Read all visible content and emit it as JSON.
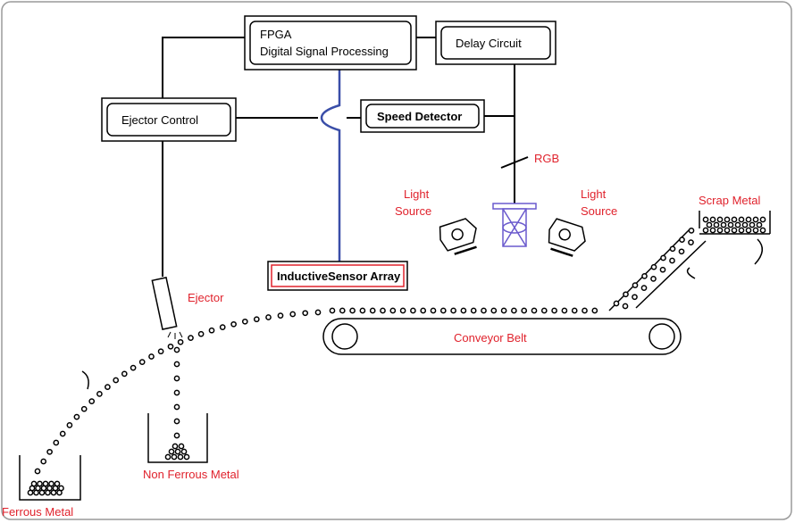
{
  "colors": {
    "label_red": "#e0222c",
    "sensor_wire_blue": "#3a4ea8",
    "camera_purple": "#6a5acd",
    "line_black": "#000000",
    "frame_gray": "#9a9a9a"
  },
  "blocks": {
    "fpga_line1": "FPGA",
    "fpga_line2": "Digital Signal Processing",
    "delay_circuit": "Delay Circuit",
    "ejector_control": "Ejector Control",
    "speed_detector": "Speed Detector",
    "inductive_sensor_array": "InductiveSensor Array"
  },
  "labels": {
    "rgb": "RGB",
    "light_source_left_line1": "Light",
    "light_source_left_line2": "Source",
    "light_source_right_line1": "Light",
    "light_source_right_line2": "Source",
    "ejector": "Ejector",
    "scrap_metal": "Scrap Metal",
    "conveyor_belt": "Conveyor Belt",
    "non_ferrous_metal": "Non Ferrous Metal",
    "ferrous_metal": "Ferrous Metal"
  },
  "icons": {
    "light_source_left": "lamp-icon",
    "light_source_right": "lamp-icon",
    "camera": "camera-icon",
    "ejector": "nozzle-icon"
  }
}
